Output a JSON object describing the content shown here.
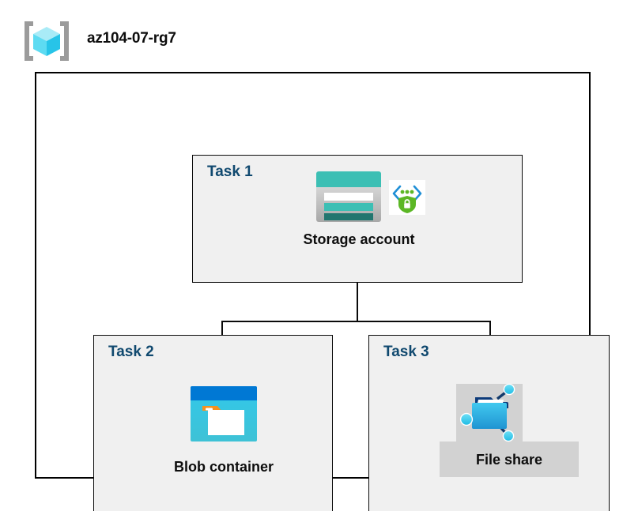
{
  "header": {
    "title": "az104-07-rg7",
    "icon": "resource-group-icon"
  },
  "colors": {
    "task_label": "#10496f",
    "task_box_fill": "#f0f0f0",
    "container_border": "#000000",
    "highlight_plate": "#d2d2d2",
    "storage_teal": "#3cbfb4",
    "storage_teal_dark": "#22766f",
    "blob_blue": "#0078d4",
    "blob_cyan": "#32c8ea",
    "blob_orange": "#f7921e",
    "shield_green": "#5bb725",
    "bracket_blue": "#1f8fd6",
    "fileshare_cyan": "#32c8ea",
    "fileshare_navy": "#0d3b7a"
  },
  "diagram": {
    "type": "azure-resource-group",
    "tasks": [
      {
        "label": "Task 1",
        "node_caption": "Storage account",
        "icons": [
          "storage-account-icon",
          "secure-endpoint-icon"
        ]
      },
      {
        "label": "Task 2",
        "node_caption": "Blob container",
        "icons": [
          "blob-container-icon"
        ]
      },
      {
        "label": "Task 3",
        "node_caption": "File share",
        "icons": [
          "file-share-icon"
        ]
      }
    ],
    "connections": [
      {
        "from": "Storage account",
        "to": "Blob container"
      },
      {
        "from": "Storage account",
        "to": "File share"
      }
    ]
  }
}
